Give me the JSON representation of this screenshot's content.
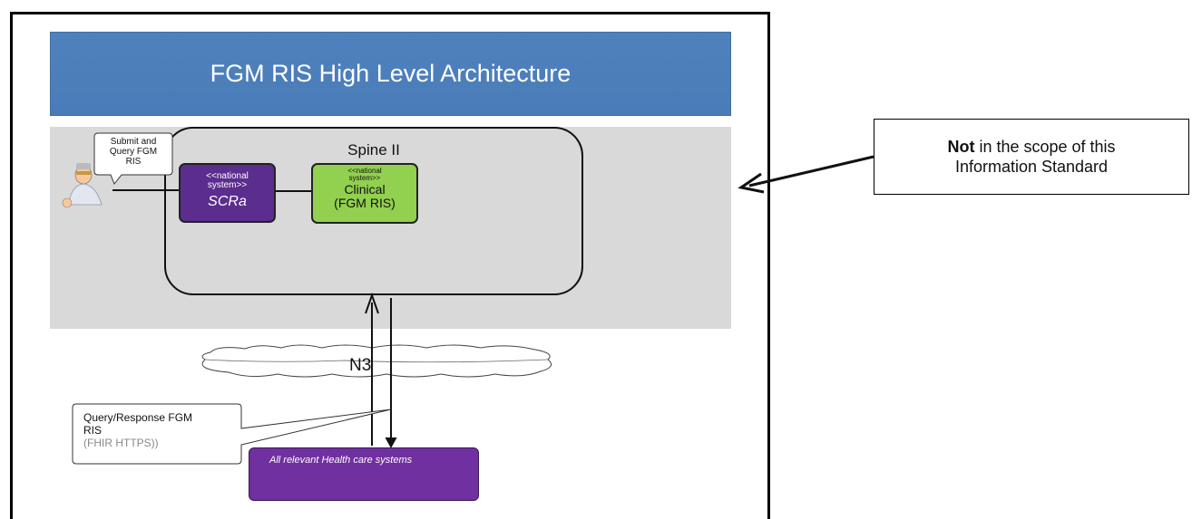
{
  "diagram": {
    "title": "FGM RIS High Level Architecture",
    "spine_label": "Spine II",
    "user_callout": [
      "Submit and",
      "Query FGM",
      "RIS"
    ],
    "scra": {
      "stereotype": [
        "<<national",
        "system>>"
      ],
      "name": "SCRa"
    },
    "clinical": {
      "stereotype": [
        "<<national",
        "system>>"
      ],
      "name": [
        "Clinical",
        "(FGM RIS)"
      ]
    },
    "network_label": "N3",
    "query_callout": {
      "line1": "Query/Response FGM",
      "line2": "RIS",
      "protocol": "(FHIR HTTPS))"
    },
    "healthcare_systems": "All  relevant Health care systems"
  },
  "scope_note": {
    "bold": "Not",
    "rest": " in the scope of this",
    "line2": "Information Standard"
  },
  "colors": {
    "title_banner": "#4f81bd",
    "scra": "#5b2d8e",
    "clinical": "#92d050",
    "healthcare": "#7030a0",
    "panel": "#d9d9d9"
  }
}
